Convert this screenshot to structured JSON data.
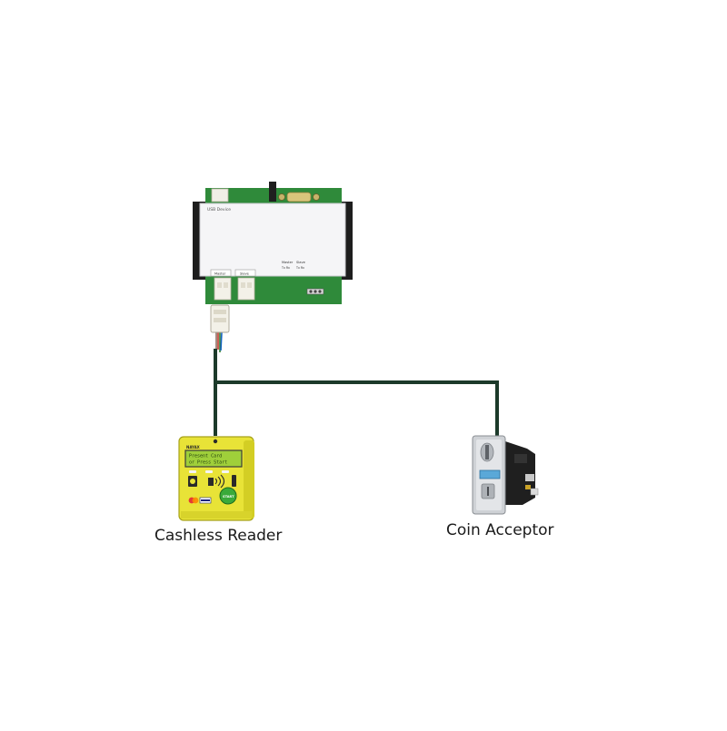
{
  "labels": {
    "cashless_reader": "Cashless Reader",
    "coin_acceptor": "Coin Acceptor"
  },
  "controller": {
    "top_label": "USB Device",
    "port_left": "Master",
    "port_right": "Slave",
    "group_a": "Master",
    "group_b": "Slave",
    "pins_a": "Tx  Rx",
    "pins_b": "Tx  Rx"
  },
  "cashless_reader_device": {
    "brand": "NAYAX",
    "screen_line1": "Present Card",
    "screen_line2": "or Press Start",
    "start_button": "START"
  },
  "colors": {
    "cable": "#1c3a2a",
    "pcb_green": "#2f8a3a",
    "reader_yellow": "#e8e337",
    "reader_screen": "#9fcf3a"
  }
}
